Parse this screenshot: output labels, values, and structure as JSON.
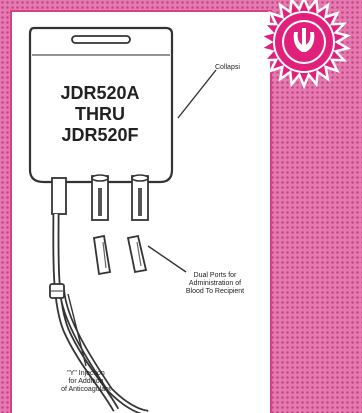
{
  "colors": {
    "background_pink": "#e878b0",
    "dot_pink": "#b84a84",
    "frame_pink": "#d83f86",
    "badge_magenta": "#e0207a",
    "line": "#333333"
  },
  "bag": {
    "line1": "JDR520A",
    "line2": "THRU",
    "line3": "JDR520F"
  },
  "callouts": {
    "top_right": "Collapsi",
    "ports": [
      "Dual Ports for",
      "Administration of",
      "Blood To Recipient"
    ],
    "injection": [
      "\"Y\" Injection",
      "for Addition",
      "of Anticoagulant"
    ]
  },
  "badge": {
    "icon": "seal-logo-icon"
  }
}
